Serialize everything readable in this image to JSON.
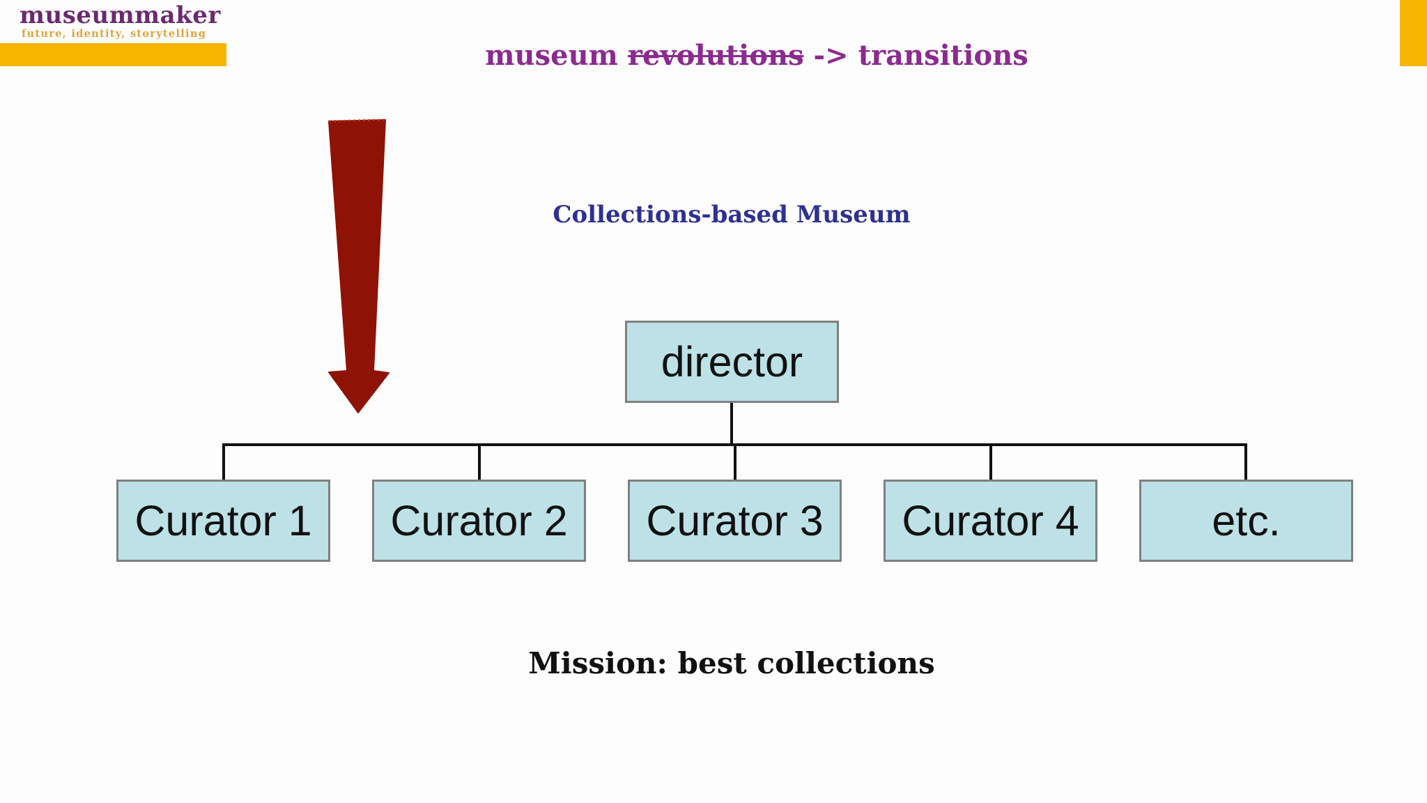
{
  "logo": {
    "wordmark": "museummaker",
    "tagline": "future, identity, storytelling"
  },
  "title": {
    "prefix": "museum ",
    "struck": "revolutions",
    "suffix": " -> transitions"
  },
  "subtitle": "Collections-based Museum",
  "org_chart": {
    "director": "director",
    "curators": [
      "Curator 1",
      "Curator 2",
      "Curator 3",
      "Curator 4",
      "etc."
    ]
  },
  "mission": "Mission: best collections",
  "colors": {
    "accent_yellow": "#f7b500",
    "title_purple": "#8b2a8f",
    "subtitle_blue": "#2e3192",
    "box_fill": "#bde1e6",
    "box_border": "#7f7f7f",
    "arrow_red": "#8e1206"
  },
  "icons": {
    "arrow": "down-arrow-icon"
  }
}
